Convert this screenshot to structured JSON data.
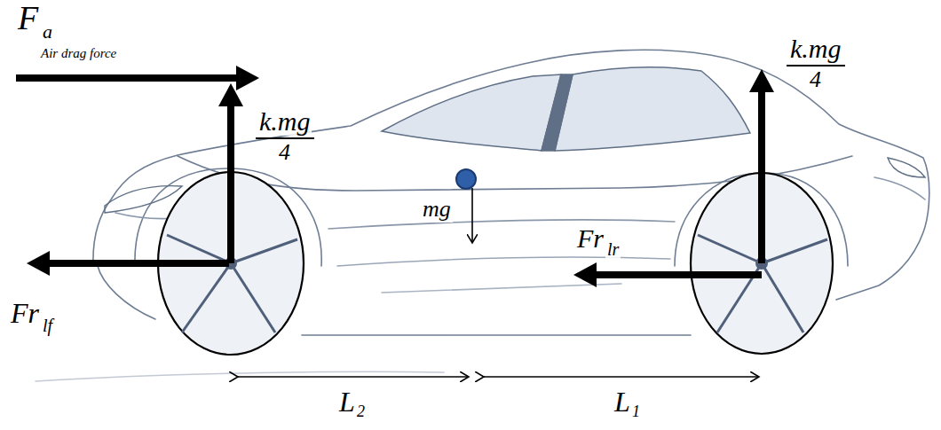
{
  "diagram": {
    "labels": [
      "F",
      "a",
      "Air drag force",
      "k.mg",
      "4",
      "k.mg",
      "4",
      "mg",
      "Fr",
      "lr",
      "Fr",
      "lf",
      "L",
      "2",
      "L",
      "1"
    ]
  }
}
